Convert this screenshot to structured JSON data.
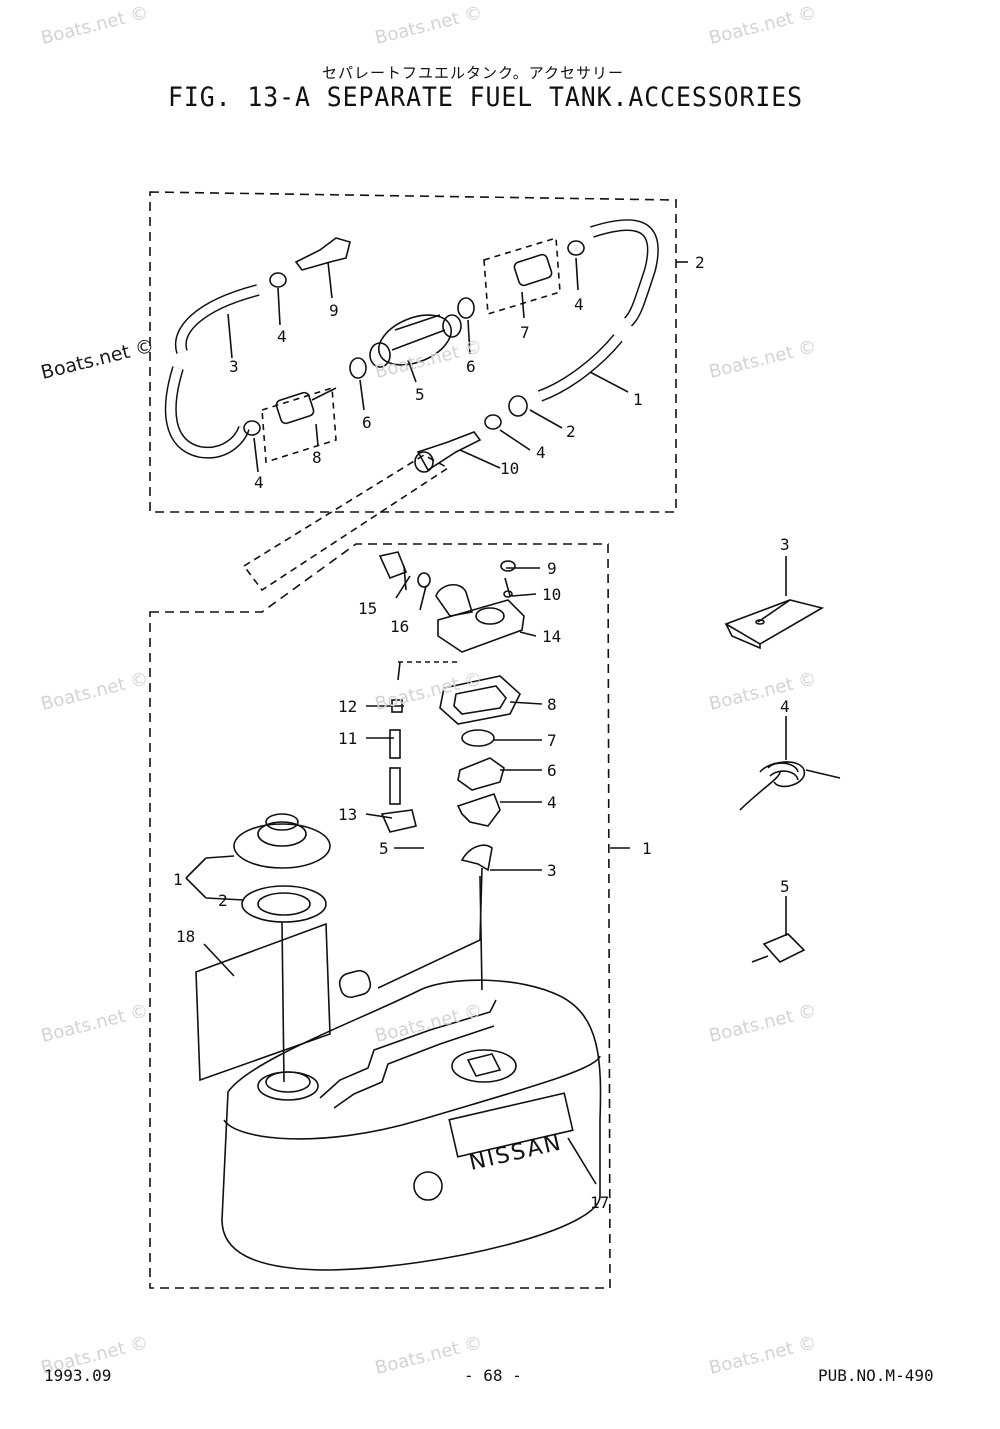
{
  "header": {
    "japanese_title": "セパレートフユエルタンク。アクセサリー",
    "title": "FIG. 13-A   SEPARATE FUEL  TANK.ACCESSORIES"
  },
  "footer": {
    "date": "1993.09",
    "page": "- 68 -",
    "pub_no": "PUB.NO.M-490"
  },
  "watermark": "Boats.net ©",
  "callouts": {
    "hose": {
      "item_2": "2",
      "hose_a": "1",
      "hose_b": "3",
      "nut_a": "4",
      "nut_b": "4",
      "nut_c": "4",
      "nut_d": "4",
      "connector_top": "9",
      "valve_left": "8",
      "valve_right": "7",
      "bulb": "5",
      "clip_left": "6",
      "clip_right": "6",
      "clamp": "2",
      "connector_bottom": "10"
    },
    "tank": {
      "assembly": "1",
      "cap": "1",
      "cap_packing": "2",
      "sender_arm": "3",
      "holder": "4",
      "screw_a": "5",
      "damper": "6",
      "o_ring": "7",
      "gasket": "8",
      "screw_b": "9",
      "washer": "10",
      "filter": "11",
      "cap_small": "12",
      "strainer": "13",
      "elbow": "14",
      "nipple": "15",
      "seal": "16",
      "tank_body": "17",
      "label": "18"
    },
    "accessories": {
      "cover": "3",
      "spring": "4",
      "plug": "5"
    }
  },
  "tank_logo": "NISSAN"
}
